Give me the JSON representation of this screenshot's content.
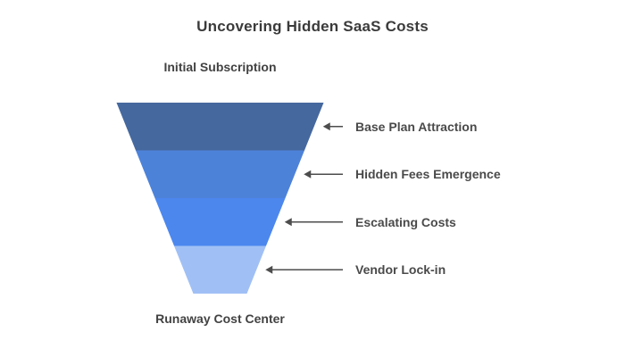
{
  "chart_data": {
    "type": "funnel",
    "title": "Uncovering Hidden SaaS Costs",
    "top_label": "Initial Subscription",
    "bottom_label": "Runaway Cost Center",
    "orientation": "inverted-triangle",
    "values_shown": false,
    "legend": "none",
    "stages": [
      {
        "label": "Base Plan Attraction",
        "color": "#45689E",
        "top_width_pct": 100,
        "bottom_width_pct": 81.5
      },
      {
        "label": "Hidden Fees Emergence",
        "color": "#4D82D9",
        "top_width_pct": 81.5,
        "bottom_width_pct": 63
      },
      {
        "label": "Escalating Costs",
        "color": "#4C87EE",
        "top_width_pct": 63,
        "bottom_width_pct": 44.5
      },
      {
        "label": "Vendor Lock-in",
        "color": "#A0C0F5",
        "top_width_pct": 44.5,
        "bottom_width_pct": 26
      }
    ],
    "annotation_arrow_color": "#4d4d4d",
    "title_color": "#3b3b3b",
    "label_color": "#4a4a4a",
    "background_color": "#ffffff"
  }
}
